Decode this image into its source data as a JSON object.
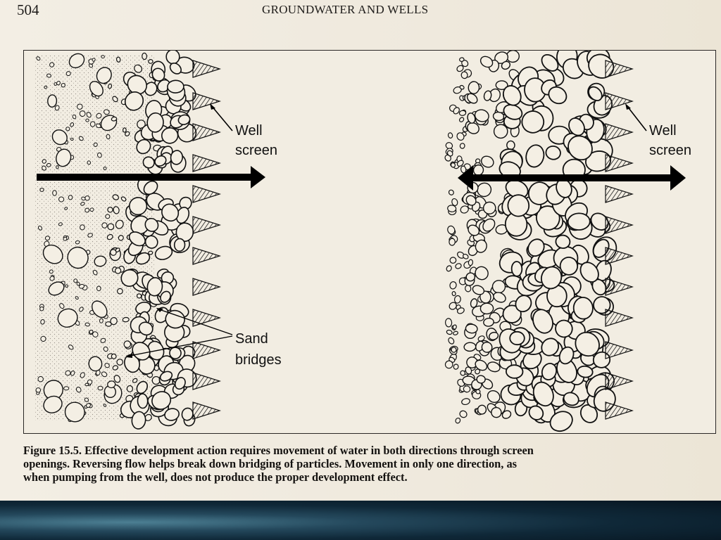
{
  "header": {
    "page_number": "504",
    "running_head": "GROUNDWATER AND WELLS"
  },
  "figure": {
    "left_panel": {
      "well_screen_label": [
        "Well",
        "screen"
      ],
      "sand_bridges_label": [
        "Sand",
        "bridges"
      ],
      "flow": "one-direction"
    },
    "right_panel": {
      "well_screen_label": [
        "Well",
        "screen"
      ],
      "flow": "both-directions"
    }
  },
  "caption": {
    "lines": [
      "Figure 15.5. Effective development action requires movement of water in both directions through screen",
      "openings. Reversing flow helps break down bridging of particles. Movement in only one direction, as",
      "when pumping from the well, does not produce the proper development effect."
    ]
  },
  "colors": {
    "paper": "#f1ece2",
    "ink": "#141210",
    "backdrop": "#0f2838"
  }
}
